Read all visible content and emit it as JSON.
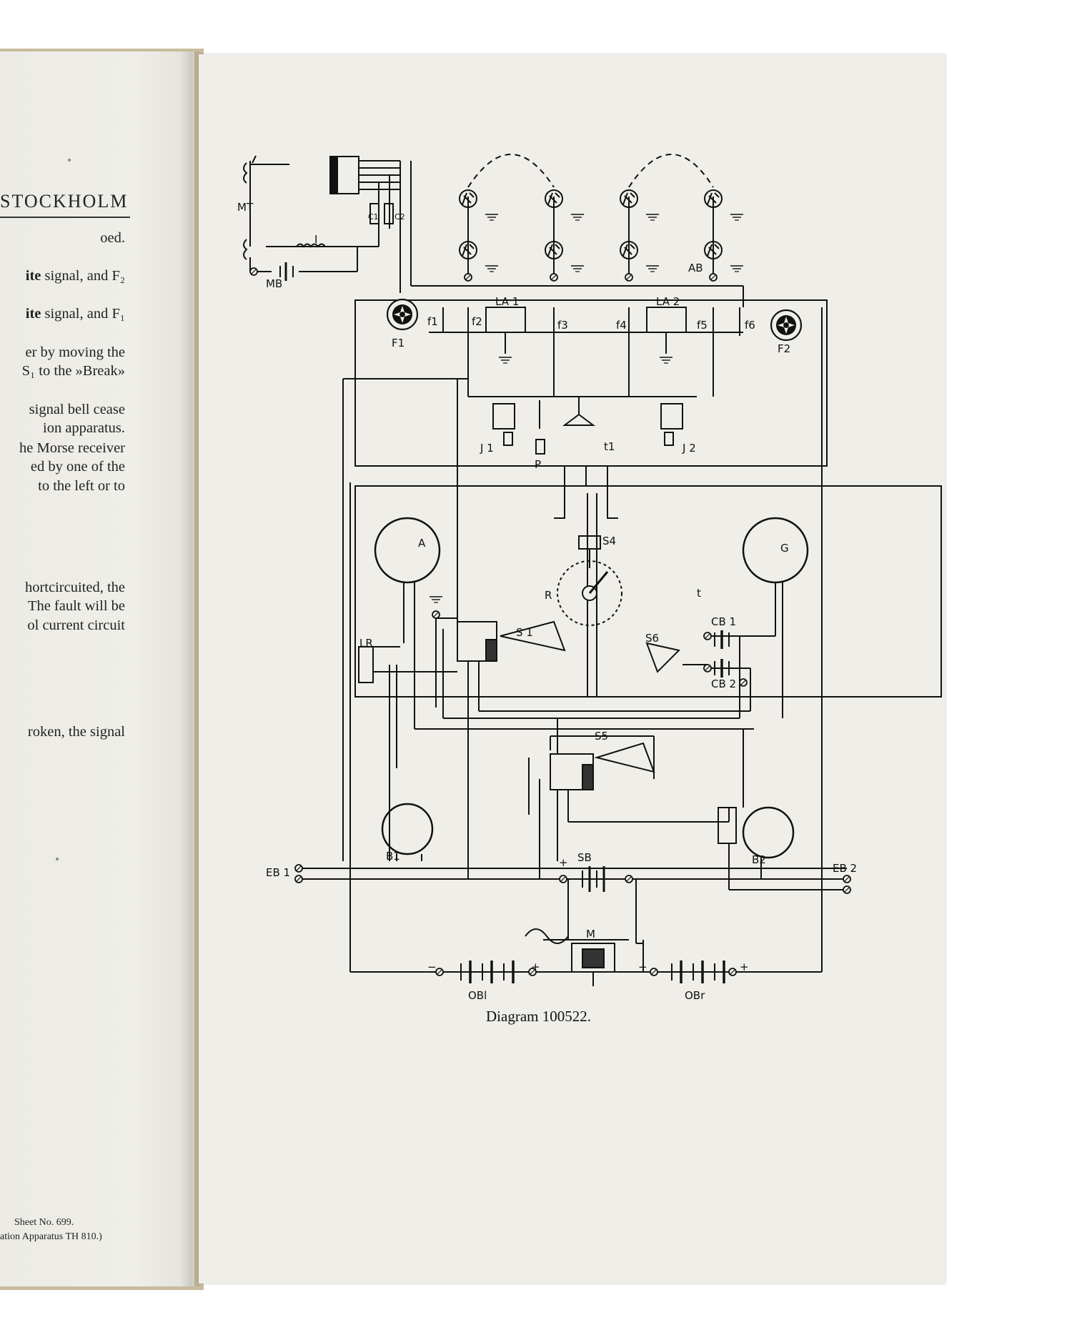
{
  "left_page": {
    "heading": "STOCKHOLM",
    "lines": [
      {
        "pre": "",
        "bold": "",
        "post": "oed."
      },
      {
        "pre": "",
        "bold": "ite",
        "post": " signal, and F₂"
      },
      {
        "pre": "",
        "bold": "ite",
        "post": " signal, and F₁"
      },
      {
        "pre": "",
        "bold": "",
        "post": "er by moving the"
      },
      {
        "pre": "",
        "bold": "",
        "post": "S₁ to the »Break»"
      },
      {
        "pre": "",
        "bold": "",
        "post": "signal bell cease"
      },
      {
        "pre": "",
        "bold": "",
        "post": "ion apparatus."
      },
      {
        "pre": "",
        "bold": "",
        "post": "he Morse receiver"
      },
      {
        "pre": "",
        "bold": "",
        "post": "ed by one of the"
      },
      {
        "pre": "",
        "bold": "",
        "post": "to the left or to"
      },
      {
        "pre": "",
        "bold": "",
        "post": "hortcircuited, the"
      },
      {
        "pre": "",
        "bold": "",
        "post": "The fault will be"
      },
      {
        "pre": "",
        "bold": "",
        "post": "ol current circuit"
      },
      {
        "pre": "",
        "bold": "",
        "post": "roken, the signal"
      }
    ],
    "footer_sheet": "Sheet No. 699.",
    "footer_apparatus": "ation Apparatus TH 810.)"
  },
  "diagram": {
    "caption": "Diagram 100522.",
    "labels": {
      "MT": "MT",
      "MB": "MB",
      "I": "I",
      "C1": "C1",
      "C2": "C2",
      "f1": "f1",
      "f2": "f2",
      "f3": "f3",
      "f4": "f4",
      "f5": "f5",
      "f6": "f6",
      "LA1": "LA 1",
      "LA2": "LA 2",
      "F1": "F1",
      "F2": "F2",
      "AB": "AB",
      "J1": "J 1",
      "J2": "J 2",
      "P": "P",
      "t1": "t1",
      "S4": "S4",
      "A": "A",
      "G": "G",
      "R": "R",
      "t": "t",
      "CB1": "CB 1",
      "CB2": "CB 2",
      "S1": "S 1",
      "S6": "S6",
      "LR": "LR",
      "S5": "S5",
      "B1": "B1",
      "B2": "B2",
      "EB1": "EB 1",
      "EB2": "EB 2",
      "SB": "SB",
      "M": "M",
      "OBl": "OBl",
      "OBr": "OBr",
      "plus": "+",
      "minus": "−"
    }
  }
}
